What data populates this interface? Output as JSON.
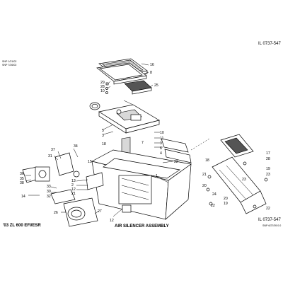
{
  "header": {
    "illustration_id": "IL 0737-547",
    "side_note_line1": "SNP 1/21/02",
    "side_note_line2": "SNP 7/26/02"
  },
  "footer": {
    "model": "'03 ZL 600 EFI/ESR",
    "title": "AIR SILENCER ASSEMBLY",
    "illustration_id": "IL 0737-547",
    "revision_note": "SNP 6/27/05 0.0"
  },
  "callouts": [
    "16",
    "8",
    "29",
    "28",
    "25",
    "10",
    "5",
    "3",
    "11",
    "9",
    "6",
    "4",
    "18",
    "7",
    "1",
    "22",
    "34",
    "37",
    "31",
    "36",
    "35",
    "15",
    "38",
    "33",
    "14",
    "30",
    "32",
    "26",
    "2",
    "13",
    "12",
    "21",
    "27",
    "20",
    "24",
    "19",
    "17",
    "23",
    "22b",
    "23b",
    "9b",
    "11b",
    "6b",
    "7b",
    "8b"
  ],
  "labels": {
    "c16": "16",
    "c8": "8",
    "c29": "29",
    "c28": "28",
    "c25": "25",
    "c10": "10",
    "c5": "5",
    "c3": "3",
    "c11": "11",
    "c9": "9",
    "c6": "6",
    "c4": "4",
    "c18a": "18",
    "c7": "7",
    "c1": "1",
    "c22a": "22",
    "c34": "34",
    "c37": "37",
    "c31": "31",
    "c36": "36",
    "c35": "35",
    "c15": "15",
    "c38": "38",
    "c33": "33",
    "c14": "14",
    "c30": "30",
    "c32": "32",
    "c26": "26",
    "c2": "2",
    "c13": "13",
    "c12": "12",
    "c21a": "21",
    "c27a": "27",
    "c27b": "27",
    "r17": "17",
    "r18": "18",
    "r28": "28",
    "r19a": "19",
    "r23": "23",
    "r21": "21",
    "r20": "20",
    "r24": "24",
    "r19b": "19",
    "r22": "22",
    "r22b": "22",
    "r23b": "23"
  }
}
